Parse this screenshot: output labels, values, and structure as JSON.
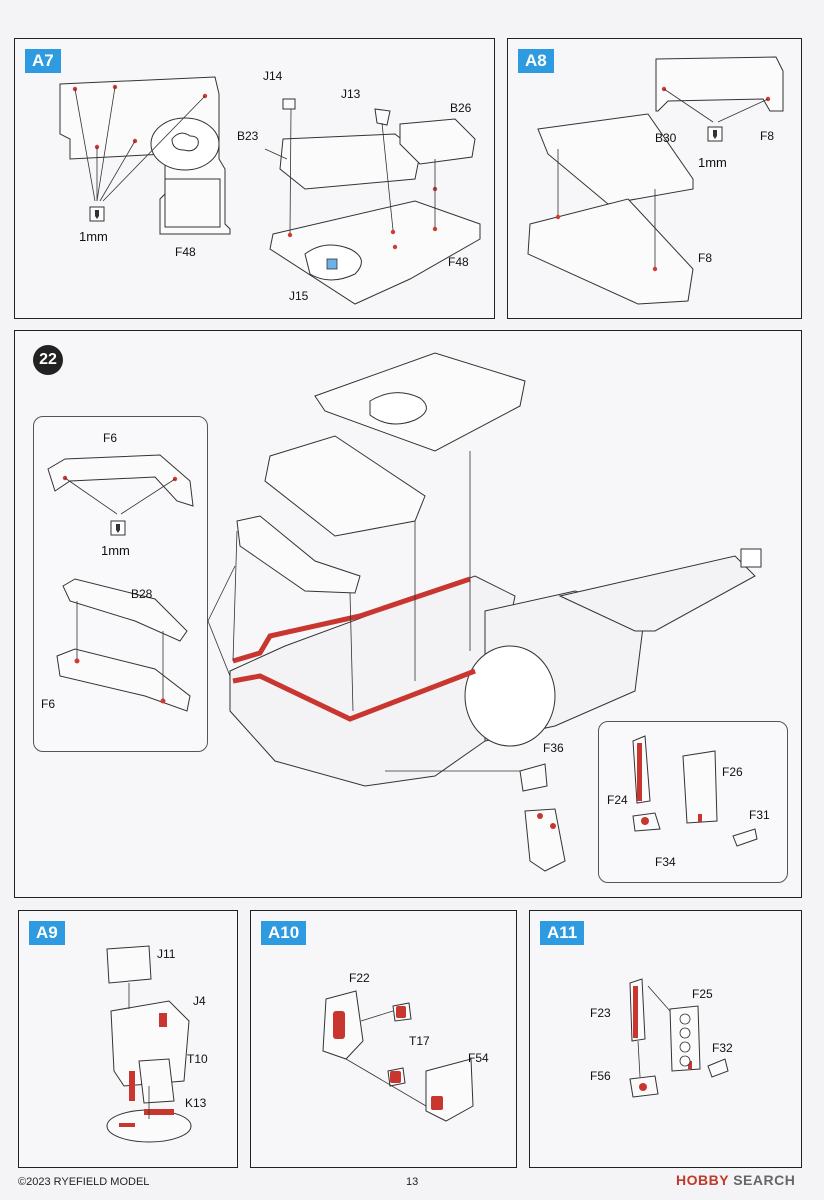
{
  "panels": {
    "a7": {
      "tag": "A7",
      "labels": {
        "j14": "J14",
        "j13": "J13",
        "b26": "B26",
        "b23": "B23",
        "f48a": "F48",
        "f48b": "F48",
        "j15": "J15",
        "drill": "1mm"
      }
    },
    "a8": {
      "tag": "A8",
      "labels": {
        "f8a": "F8",
        "b30": "B30",
        "drill": "1mm",
        "f8b": "F8"
      }
    },
    "step22": {
      "number": "22",
      "labels": {
        "f6a": "F6",
        "drill": "1mm",
        "b28": "B28",
        "f6b": "F6",
        "f36": "F36",
        "f24": "F24",
        "f26": "F26",
        "f31": "F31",
        "f34": "F34"
      }
    },
    "a9": {
      "tag": "A9",
      "labels": {
        "j11": "J11",
        "j4": "J4",
        "t10": "T10",
        "k13": "K13"
      }
    },
    "a10": {
      "tag": "A10",
      "labels": {
        "f22": "F22",
        "t17": "T17",
        "f54": "F54"
      }
    },
    "a11": {
      "tag": "A11",
      "labels": {
        "f25": "F25",
        "f23": "F23",
        "f32": "F32",
        "f56": "F56"
      }
    }
  },
  "footer": {
    "copyright": "©2023 RYEFIELD MODEL",
    "page": "13",
    "watermark_a": "HOBBY",
    "watermark_b": "SEARCH"
  },
  "colors": {
    "accent_blue": "#2e9be0",
    "paint_red": "#c8362f",
    "line": "#333333"
  }
}
